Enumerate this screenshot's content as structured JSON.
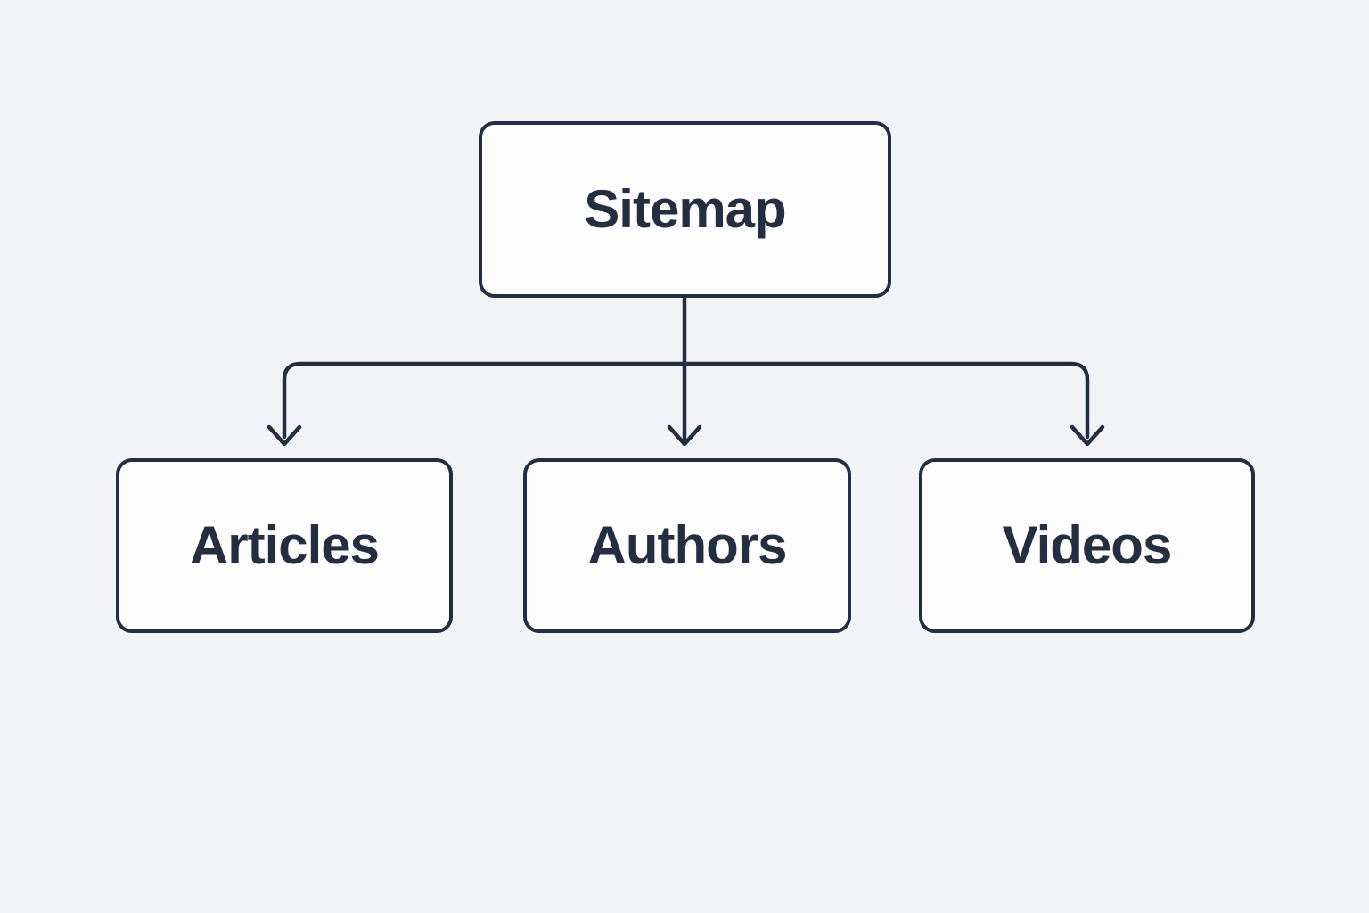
{
  "diagram": {
    "type": "sitemap-tree",
    "root": {
      "label": "Sitemap"
    },
    "children": [
      {
        "label": "Articles"
      },
      {
        "label": "Authors"
      },
      {
        "label": "Videos"
      }
    ],
    "colors": {
      "background": "#f1f3f6",
      "node_fill": "#fdfdfe",
      "stroke": "#242e41",
      "text": "#242e41"
    }
  }
}
